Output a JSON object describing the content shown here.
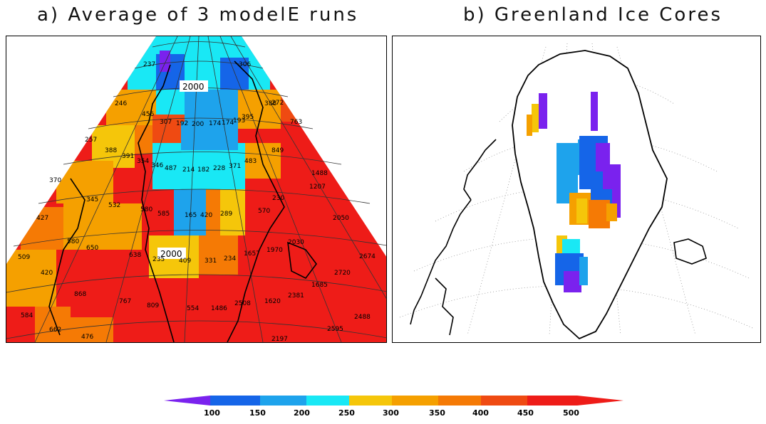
{
  "panels": {
    "a": {
      "title": "a) Average of 3 modelE runs",
      "contour_label": "2000"
    },
    "b": {
      "title": "b) Greenland Ice Cores"
    }
  },
  "colors": {
    "purple": "#7a22ee",
    "blue": "#1565e8",
    "lightblue": "#1ea3ec",
    "cyan": "#19e8f5",
    "yellow": "#f5c60a",
    "orange": "#f5a000",
    "darkorange": "#f57a05",
    "redorange": "#ef4a12",
    "red": "#ee1c18"
  },
  "grid_labels": [
    "237",
    "306",
    "246",
    "456",
    "388",
    "395",
    "272",
    "307",
    "192",
    "200",
    "174",
    "174",
    "193",
    "257",
    "388",
    "391",
    "354",
    "346",
    "487",
    "214",
    "182",
    "228",
    "371",
    "483",
    "763",
    "849",
    "370",
    "532",
    "345",
    "580",
    "585",
    "165",
    "420",
    "289",
    "570",
    "230",
    "1207",
    "1488",
    "427",
    "580",
    "650",
    "638",
    "235",
    "409",
    "331",
    "234",
    "1657",
    "1970",
    "2030",
    "2050",
    "509",
    "420",
    "2674",
    "2720",
    "1685",
    "2381",
    "1620",
    "2508",
    "1486",
    "554",
    "809",
    "767",
    "868",
    "584",
    "662",
    "476",
    "2197",
    "2595",
    "2488"
  ],
  "colorbar": {
    "ticks": [
      "100",
      "150",
      "200",
      "250",
      "300",
      "350",
      "400",
      "450",
      "500"
    ]
  }
}
